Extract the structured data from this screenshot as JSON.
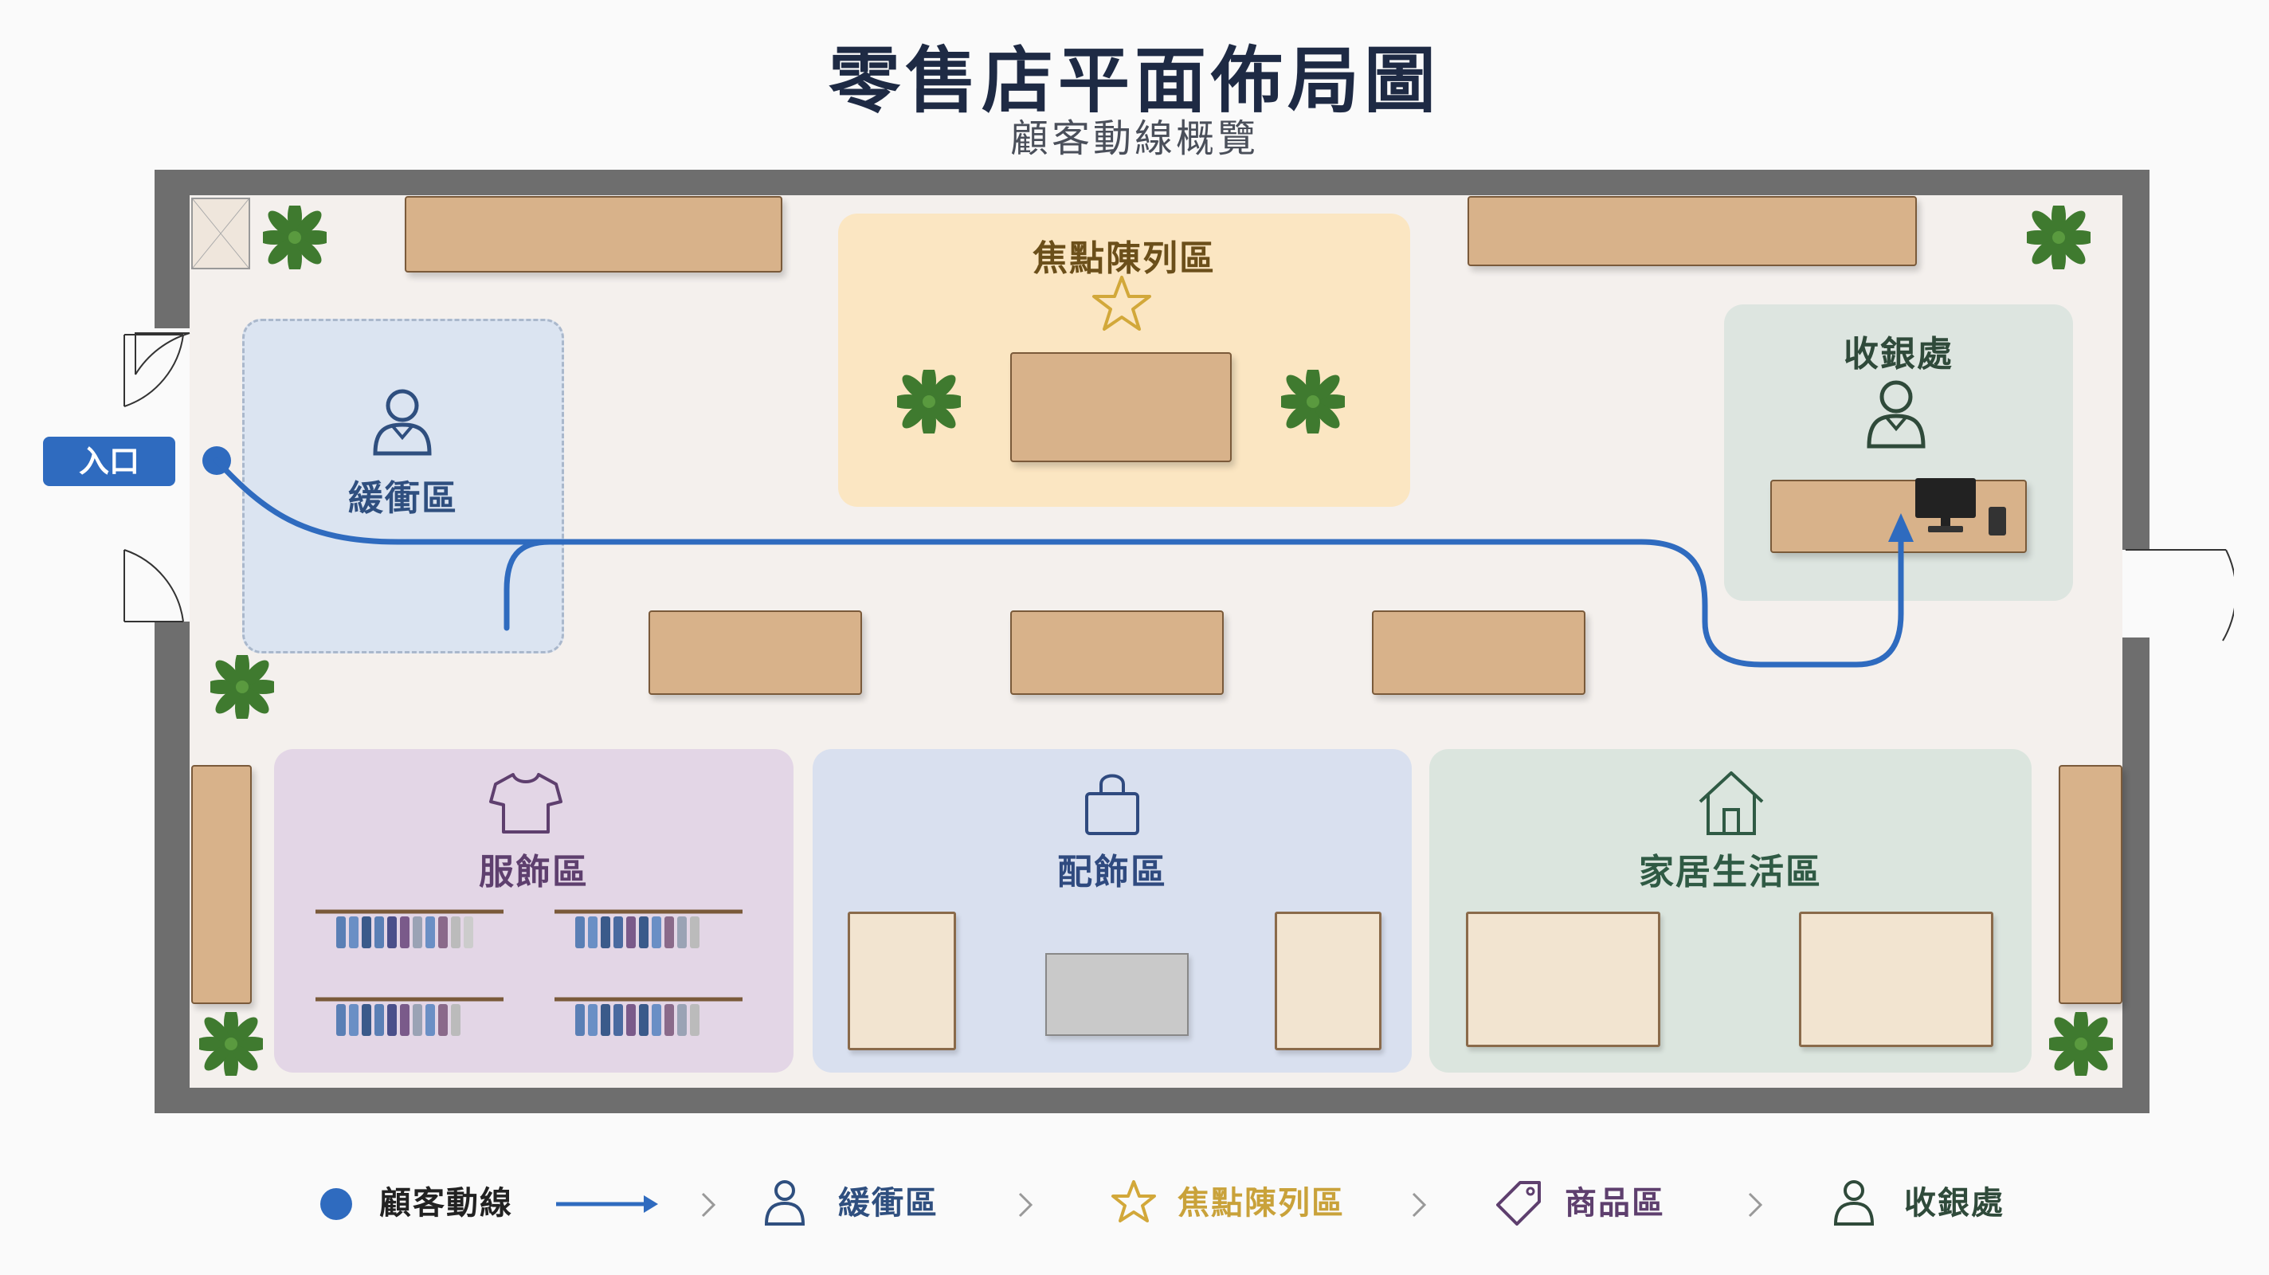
{
  "header": {
    "title": "零售店平面佈局圖",
    "subtitle": "顧客動線概覽"
  },
  "entrance": {
    "label": "入口"
  },
  "zones": {
    "buffer": {
      "label": "緩衝區"
    },
    "focal": {
      "label": "焦點陳列區"
    },
    "checkout": {
      "label": "收銀處"
    },
    "apparel": {
      "label": "服飾區"
    },
    "accessories": {
      "label": "配飾區"
    },
    "home": {
      "label": "家居生活區"
    }
  },
  "legend": {
    "path": "顧客動線",
    "buffer": "緩衝區",
    "focal": "焦點陳列區",
    "goods": "商品區",
    "checkout": "收銀處"
  },
  "colors": {
    "path": "#2f6bbf",
    "buffer": "#dbe4f1",
    "focal": "#fbe6c2",
    "checkout": "#dde5e0",
    "apparel": "#e3d6e6",
    "accessories": "#d9e0ef",
    "home": "#dbe5de",
    "buffer_text": "#2f4f7f",
    "focal_text": "#6b4f1a",
    "checkout_text": "#2f4a3a",
    "apparel_text": "#5e3f6e",
    "accessories_text": "#2f4a7f",
    "home_text": "#2f5a44",
    "goods_text": "#5e3f6e"
  },
  "icons": [
    "person-icon",
    "star-icon",
    "cashier-icon",
    "tshirt-icon",
    "bag-icon",
    "house-icon",
    "tag-icon",
    "plant-icon",
    "chevron-right-icon"
  ]
}
